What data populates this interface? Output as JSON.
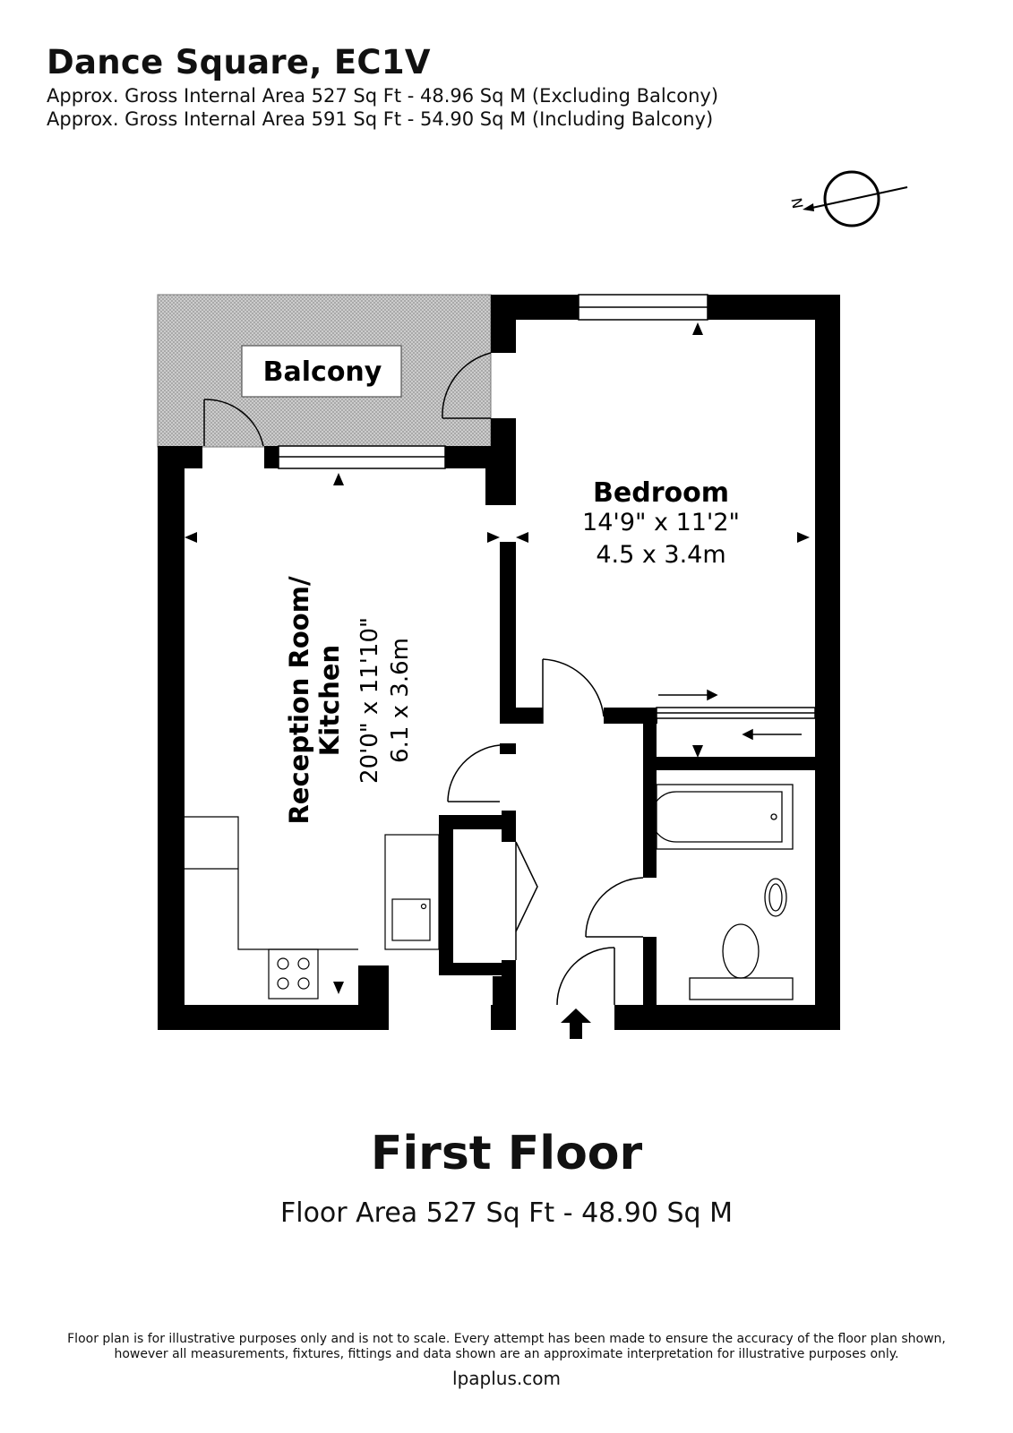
{
  "header": {
    "title": "Dance Square, EC1V",
    "area_excluding": "Approx. Gross Internal Area 527 Sq Ft - 48.96 Sq M (Excluding Balcony)",
    "area_including": "Approx. Gross Internal Area 591 Sq Ft - 54.90 Sq M (Including Balcony)"
  },
  "compass": {
    "label": "N"
  },
  "rooms": {
    "balcony": {
      "name": "Balcony"
    },
    "bedroom": {
      "name": "Bedroom",
      "imperial": "14'9\" x 11'2\"",
      "metric": "4.5 x 3.4m"
    },
    "reception": {
      "name_line1": "Reception Room/",
      "name_line2": "Kitchen",
      "imperial": "20'0\" x 11'10\"",
      "metric": "6.1 x 3.6m"
    }
  },
  "floor": {
    "title": "First Floor",
    "area": "Floor Area 527 Sq Ft - 48.90 Sq M"
  },
  "footer": {
    "disclaimer_line1": "Floor plan is for illustrative purposes only and is not to scale. Every attempt has been made to ensure the accuracy of the floor plan shown,",
    "disclaimer_line2": "however all measurements, fixtures, fittings and data shown are an approximate interpretation for illustrative purposes only.",
    "website": "lpaplus.com"
  }
}
